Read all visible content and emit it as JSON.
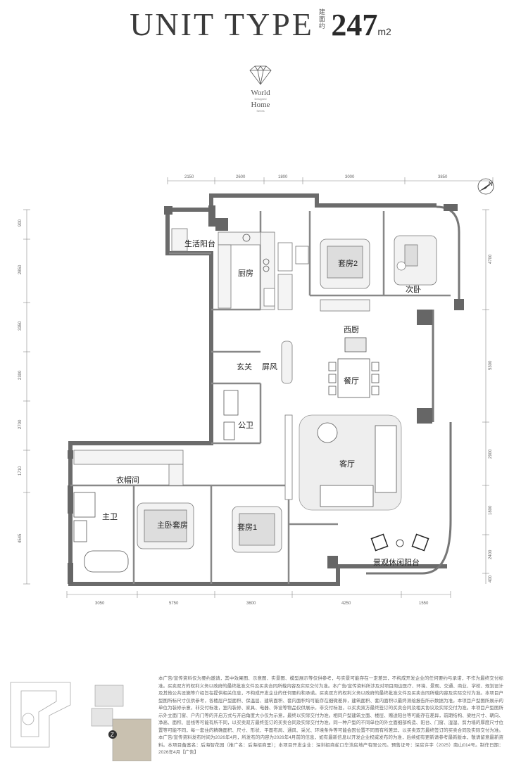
{
  "header": {
    "title": "UNIT TYPE",
    "area_small_label": "建面约",
    "area_value": "247",
    "area_unit": "m2"
  },
  "logo": {
    "line1": "World",
    "line2": "Designed",
    "line3": "Home",
    "line4": "Series"
  },
  "compass": {
    "label": "N"
  },
  "rooms": {
    "living_balcony": "生活阳台",
    "kitchen": "厨房",
    "suite2": "套房2",
    "second_bedroom": "次卧",
    "western_kitchen": "西厨",
    "entrance": "玄关",
    "screen": "屏风",
    "dining": "餐厅",
    "public_bath": "公卫",
    "walkin_closet": "衣帽间",
    "living_room": "客厅",
    "master_bath": "主卫",
    "master_suite": "主卧套房",
    "suite1": "套房1",
    "view_balcony": "景观休闲阳台"
  },
  "dimensions": {
    "top": [
      "2150",
      "2600",
      "1800",
      "3000",
      "3850"
    ],
    "bottom": [
      "3050",
      "5750",
      "3600",
      "4250",
      "1550"
    ],
    "left": [
      "900",
      "2850",
      "3350",
      "2300",
      "2700",
      "1710",
      "4545"
    ],
    "right": [
      "4700",
      "5300",
      "2900",
      "1800",
      "2400",
      "400"
    ]
  },
  "disclaimer": "本广告/宣传资料仅为要约邀请，其中效果图、示意图、实景图、模型展示等仅供参考，与实景可能存在一定差异，不构成开发企业的任何要约与承诺，不作为最终交付标准。买卖双方的权利义务以政府的最终批准文件及买卖合同所载内容及实际交付为准。本广告/宣传资料所涉及对项目周边医疗、环境、景观、交通、商业、学校、规划设计及其他公共设施等介绍旨在提供相关信息，不构成开发企业的任何要约和承诺。买卖双方的权利义务以政府的最终批准文件及买卖合同所载内容及实际交付为准。本项目户型图所标尺寸仅供参考，各楼层户型面积、保温层、建筑面积、套内面积均可能存在细微差异，建筑面积、套内面积以最终测绘报告所示数据为准。本项目户型图所展示的单位为装修示意，非交付标准，室内装修、家具、电器、饰设等物品仅供展示，非交付标准，以买卖双方最终签订的买卖合同及相关协议及实际交付为准。本项目户型图所示外立面门窗、户内门等的开启方式与开启角度大小仅为示意，最终以实际交付为准。相同户型建筑立面、楼层、赠送阳台等可能存在差异，前期结构、梁柱尺寸、朝向、净高、面积、层线等可能有所不同，以买卖双方最终签订的买卖合同及实际交付为准。同一种户型的不同单位的外立面细部构造、阳台、门窗、湿湿、剪力墙的厚度尺寸位置等可能不同，每一套住的精确面积、尺寸、形状、平面布局、通风、采光、环境条件等可能会因位置不同而有所差异，以买卖双方最终签订的买卖合同及实际交付为准。本广告/宣传资料发布时间为2026年4月，所发布的内容为2026年4月前的信息，如有最新信息以开发企业权威发布的为准，后续如有更新请参考最新版本，敬请留意最新资料。本项目备案名：后海智花园（推广名：后海招商里）；本项目开发企业：深圳招商蛇口华浩房地产有限公司。预售证号：深房许字（2025）南山014号。制作日期：2026年4月【广告】",
  "key_plan": {
    "marker": "Z"
  }
}
